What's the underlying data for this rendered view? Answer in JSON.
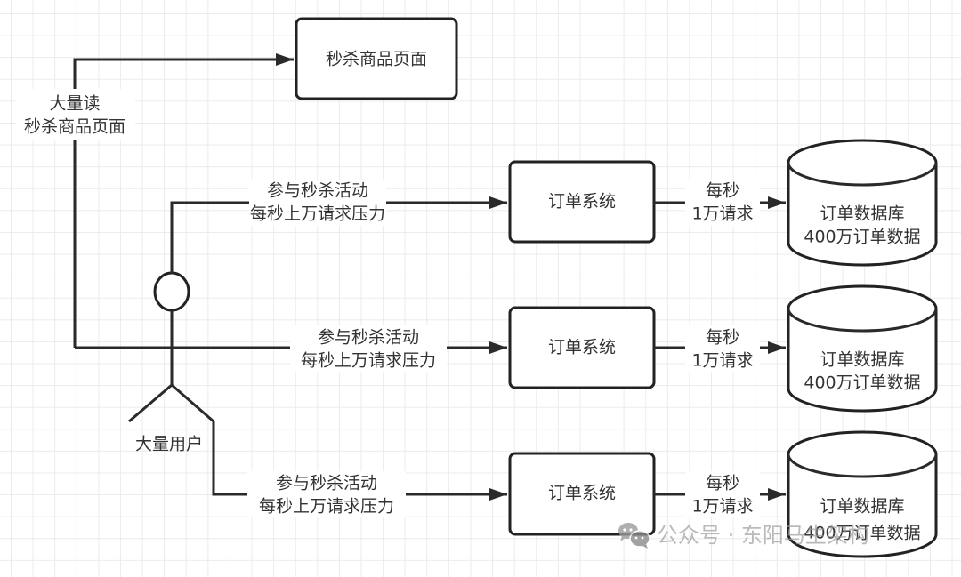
{
  "diagram": {
    "product_page_box": {
      "label": "秒杀商品页面"
    },
    "read_edge_label": {
      "line1": "大量读",
      "line2": "秒杀商品页面"
    },
    "actor": {
      "label": "大量用户"
    },
    "flows": [
      {
        "edge_label": {
          "line1": "参与秒杀活动",
          "line2": "每秒上万请求压力"
        },
        "system_box": {
          "label": "订单系统"
        },
        "db_edge_label": {
          "line1": "每秒",
          "line2": "1万请求"
        },
        "database": {
          "line1": "订单数据库",
          "line2": "400万订单数据"
        }
      },
      {
        "edge_label": {
          "line1": "参与秒杀活动",
          "line2": "每秒上万请求压力"
        },
        "system_box": {
          "label": "订单系统"
        },
        "db_edge_label": {
          "line1": "每秒",
          "line2": "1万请求"
        },
        "database": {
          "line1": "订单数据库",
          "line2": "400万订单数据"
        }
      },
      {
        "edge_label": {
          "line1": "参与秒杀活动",
          "line2": "每秒上万请求压力"
        },
        "system_box": {
          "label": "订单系统"
        },
        "db_edge_label": {
          "line1": "每秒",
          "line2": "1万请求"
        },
        "database": {
          "line1": "订单数据库",
          "line2": "400万订单数据"
        }
      }
    ],
    "watermark": {
      "icon": "wechat-icon",
      "text": "公众号 · 东阳马生架构"
    }
  }
}
